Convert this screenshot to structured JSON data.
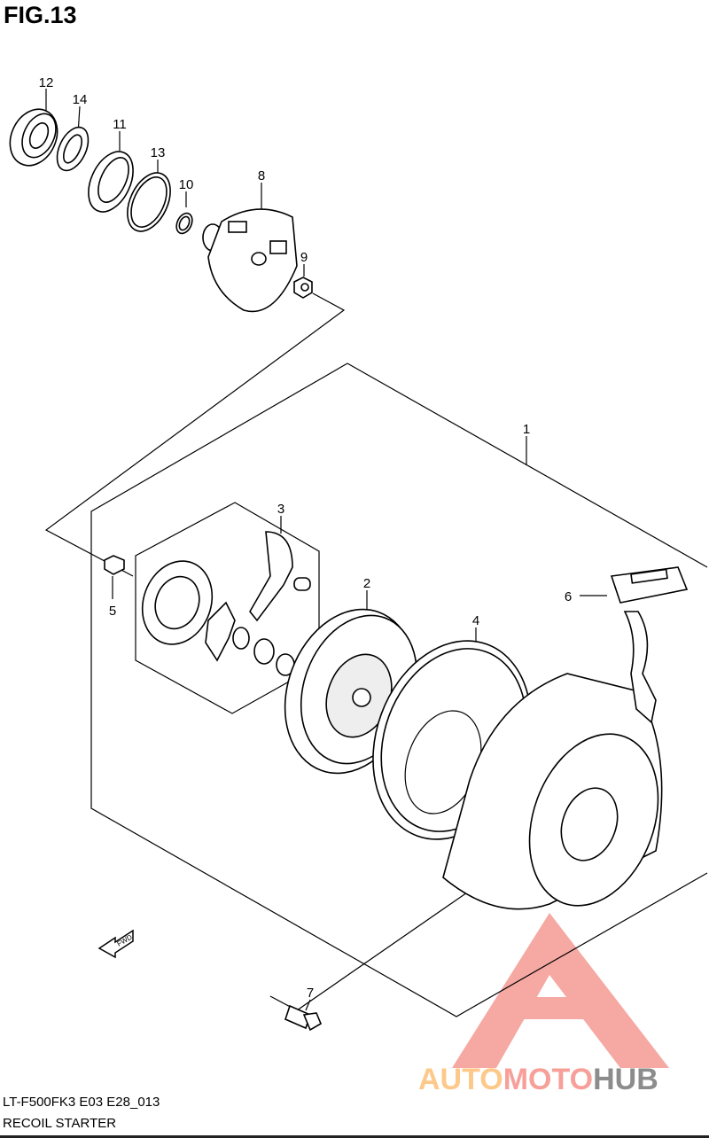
{
  "figure": {
    "title": "FIG.13"
  },
  "footer": {
    "code": "LT-F500FK3 E03 E28_013",
    "name": "RECOIL STARTER"
  },
  "callouts": {
    "p1": "1",
    "p2": "2",
    "p3": "3",
    "p4": "4",
    "p5": "5",
    "p6": "6",
    "p7": "7",
    "p8": "8",
    "p9": "9",
    "p10": "10",
    "p11": "11",
    "p12": "12",
    "p13": "13",
    "p14": "14"
  },
  "direction_arrow": {
    "label": "FWD"
  },
  "watermark": {
    "auto": "AUTO",
    "moto": "MOTO",
    "hub": "HUB",
    "colors": {
      "auto": "#fcc98a",
      "moto": "#f7a09a",
      "hub": "#8c8c8c",
      "triangle": "#f59a94"
    }
  }
}
